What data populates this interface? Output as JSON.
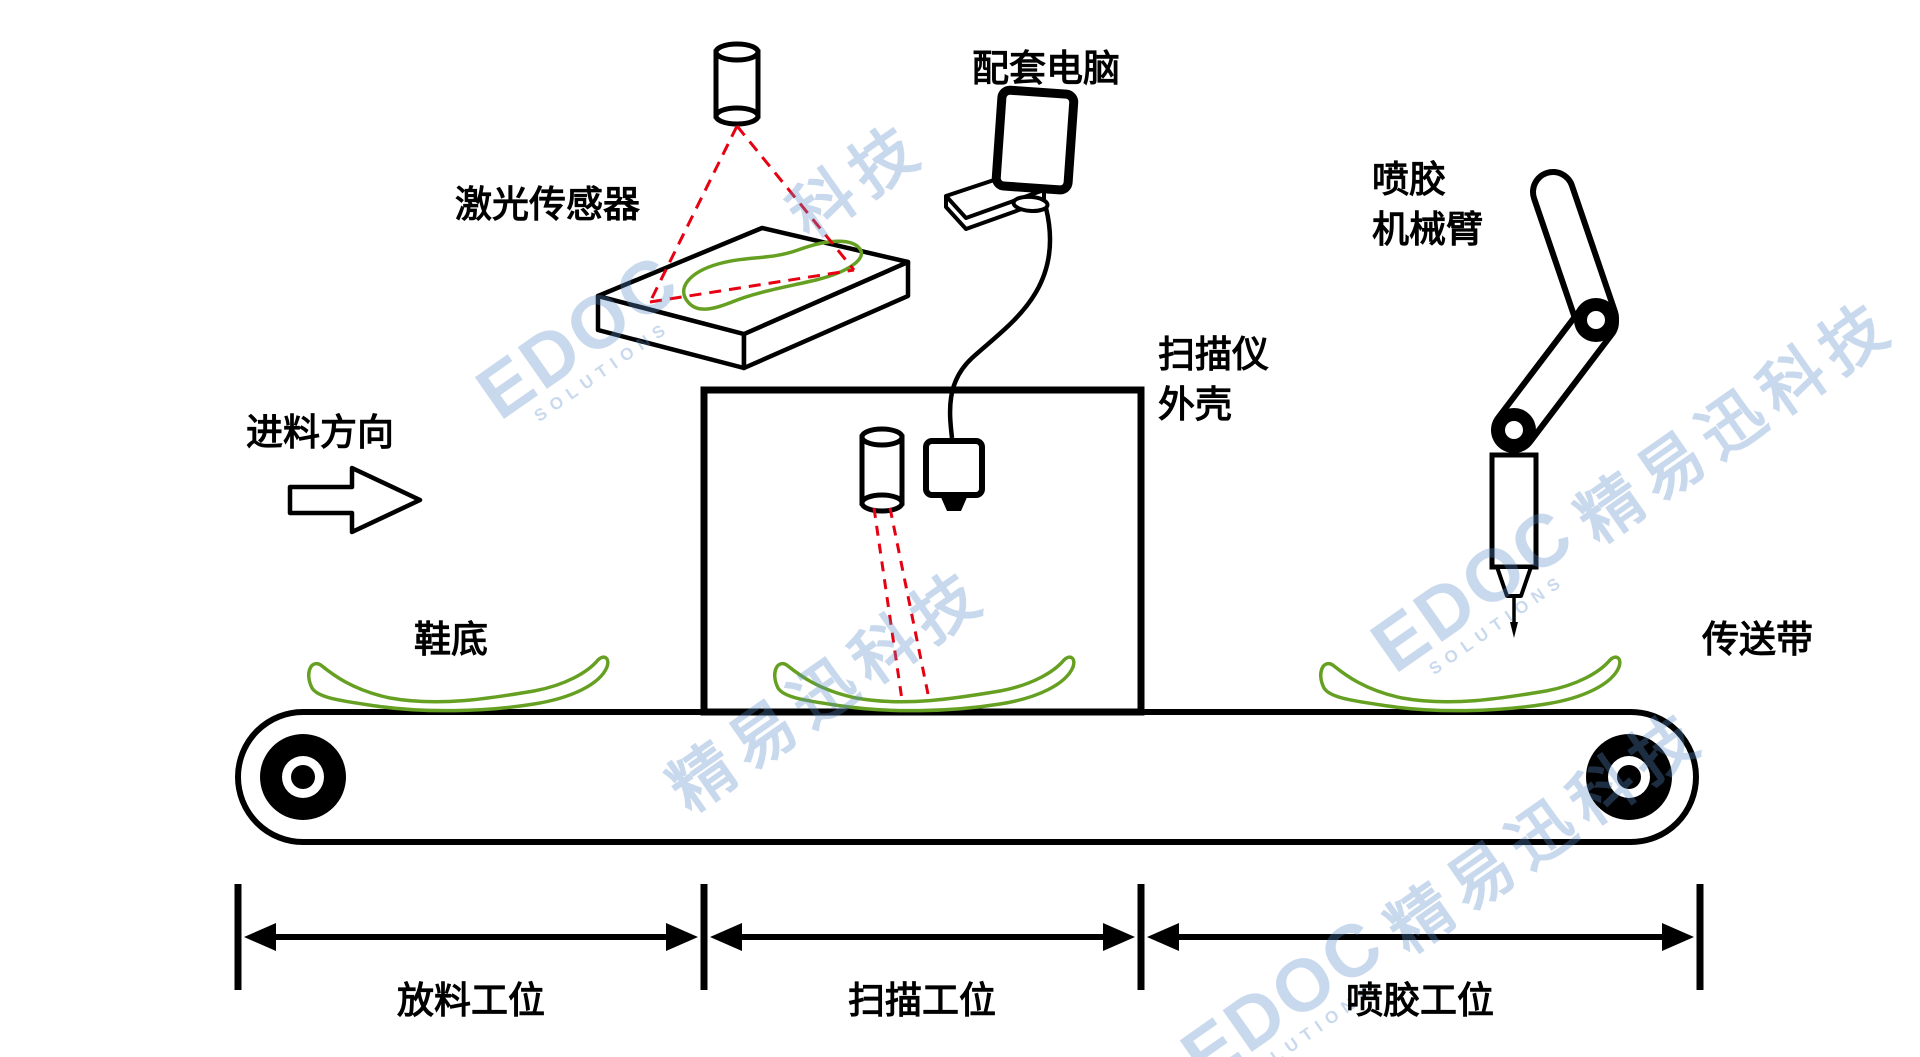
{
  "diagram": {
    "labels": {
      "laser_sensor": "激光传感器",
      "computer": "配套电脑",
      "scanner_housing_1": "扫描仪",
      "scanner_housing_2": "外壳",
      "robot_arm_1": "喷胶",
      "robot_arm_2": "机械臂",
      "feed_direction": "进料方向",
      "shoe_sole": "鞋底",
      "conveyor_belt": "传送带"
    },
    "stations": [
      {
        "label": "放料工位"
      },
      {
        "label": "扫描工位"
      },
      {
        "label": "喷胶工位"
      }
    ],
    "watermark": {
      "logo": "EDOC",
      "logo_sub": "SOLUTIONS",
      "brand": "精易迅科技",
      "brand_partial": "科技"
    },
    "colors": {
      "sole_green": "#66a022",
      "laser_red": "#e60012",
      "outline": "#000000",
      "watermark_blue": "#5c8cc8"
    }
  }
}
